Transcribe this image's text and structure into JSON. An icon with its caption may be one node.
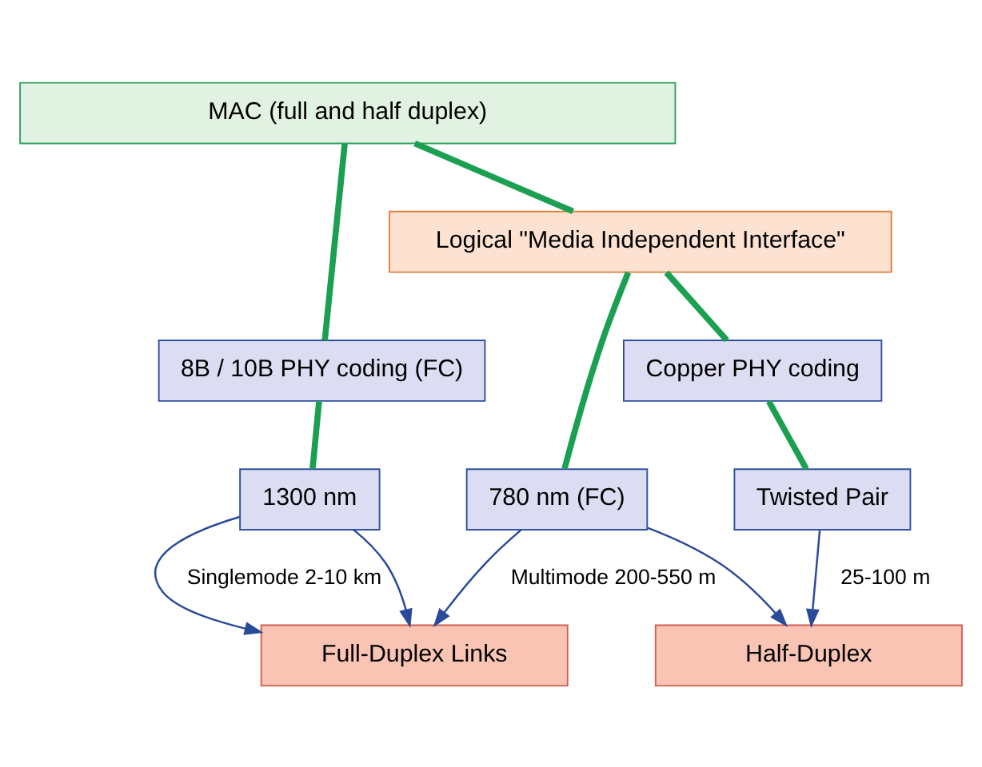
{
  "diagram": {
    "nodes": [
      {
        "text": [
          "MAC (full and half duplex)"
        ]
      },
      {
        "text": [
          "Logical \"Media Independent Interface\""
        ]
      },
      {
        "text": [
          "8B / 10B PHY coding (FC)"
        ]
      },
      {
        "text": [
          "Copper PHY coding"
        ]
      },
      {
        "text": [
          "1300 nm"
        ]
      },
      {
        "text": [
          "780 nm (FC)"
        ]
      },
      {
        "text": [
          "Twisted Pair"
        ]
      },
      {
        "text": [
          "Full-Duplex Links"
        ]
      },
      {
        "text": [
          "Half-Duplex"
        ]
      }
    ],
    "edges": [
      {
        "from": 0,
        "to": 2,
        "arrow": "none"
      },
      {
        "from": 0,
        "to": 1,
        "arrow": "none"
      },
      {
        "from": 1,
        "to": 3,
        "arrow": "none"
      },
      {
        "from": 2,
        "to": 4,
        "arrow": "none"
      },
      {
        "from": 1,
        "to": 5,
        "arrow": "none"
      },
      {
        "from": 3,
        "to": 6,
        "arrow": "none"
      },
      {
        "from": 4,
        "to": 7,
        "arrow": "to",
        "label": "Singlemode 2-10 km",
        "color": "#2a4a9a"
      },
      {
        "from": 4,
        "to": 7,
        "arrow": "to",
        "color": "#2a4a9a"
      },
      {
        "from": 5,
        "to": 7,
        "arrow": "to",
        "label": "Multimode 200-550 m",
        "color": "#2a4a9a"
      },
      {
        "from": 5,
        "to": 8,
        "arrow": "to",
        "color": "#2a4a9a"
      },
      {
        "from": 6,
        "to": 8,
        "arrow": "to",
        "label": "25-100 m",
        "color": "#2a4a9a"
      }
    ]
  }
}
